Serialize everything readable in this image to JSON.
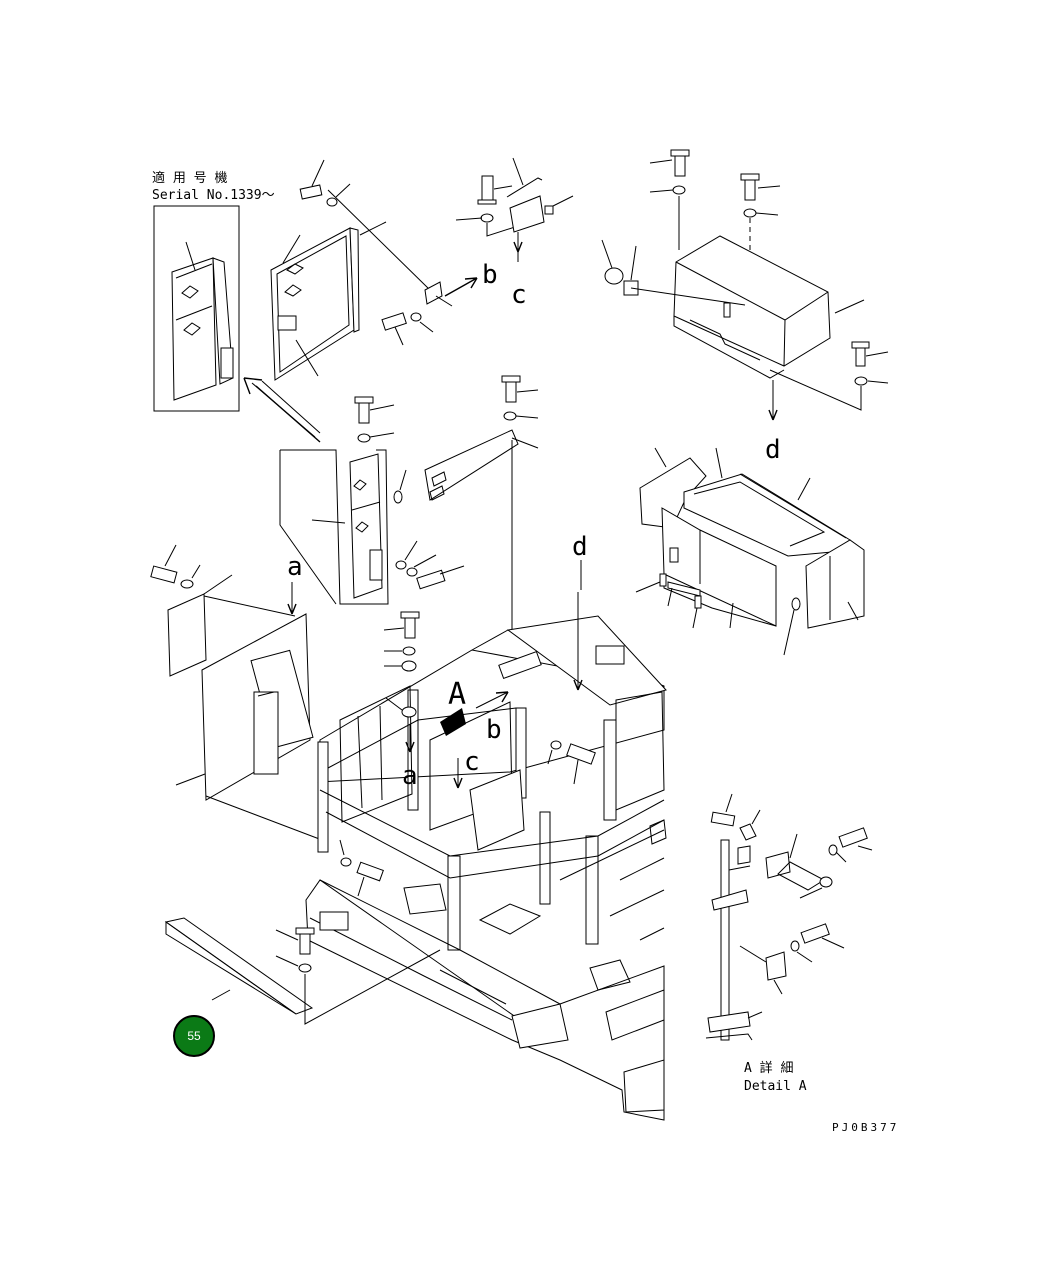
{
  "header": {
    "serial_title": "適 用 号 機",
    "serial_number": "Serial No.1339～"
  },
  "callouts": {
    "a_top": "a",
    "a_low": "a",
    "b_top": "b",
    "b_mid": "b",
    "c_top": "c",
    "c_mid": "c",
    "d_top": "d",
    "d_mid": "d",
    "A_main": "A"
  },
  "detail": {
    "title_jp": "A 詳 細",
    "title_en": "Detail A"
  },
  "drawing_code": "PJ0B377",
  "page_badge": {
    "number": "55",
    "color": "#0b7a16"
  }
}
